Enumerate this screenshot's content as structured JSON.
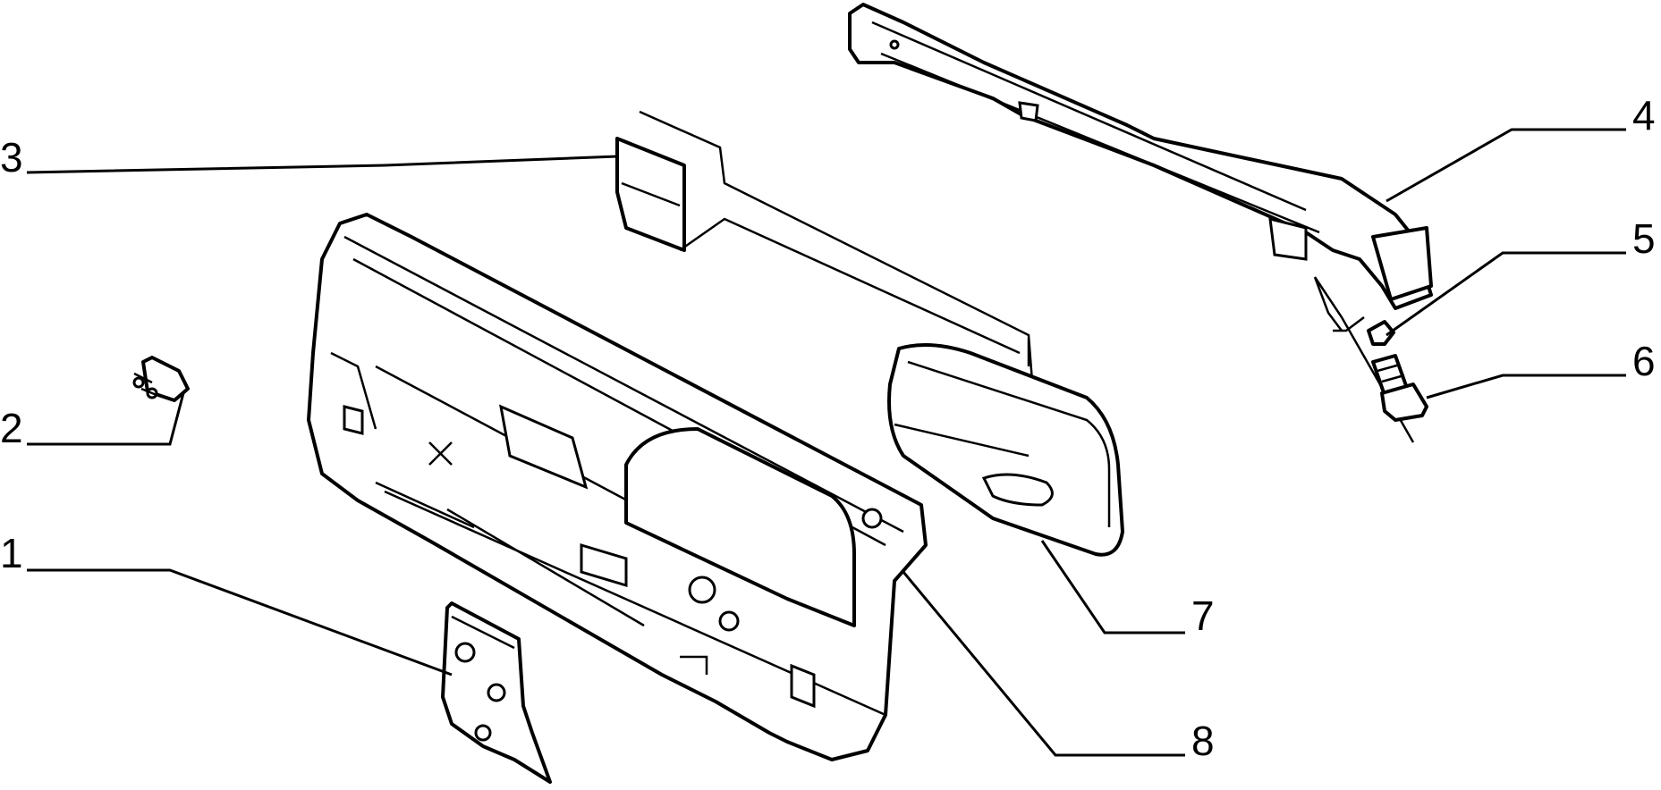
{
  "callouts": [
    {
      "number": "1",
      "part": "part-1"
    },
    {
      "number": "2",
      "part": "part-2"
    },
    {
      "number": "3",
      "part": "part-3"
    },
    {
      "number": "4",
      "part": "part-4"
    },
    {
      "number": "5",
      "part": "part-5"
    },
    {
      "number": "6",
      "part": "part-6"
    },
    {
      "number": "7",
      "part": "part-7"
    },
    {
      "number": "8",
      "part": "part-8"
    }
  ],
  "colors": {
    "line": "#000000",
    "background": "#ffffff"
  }
}
